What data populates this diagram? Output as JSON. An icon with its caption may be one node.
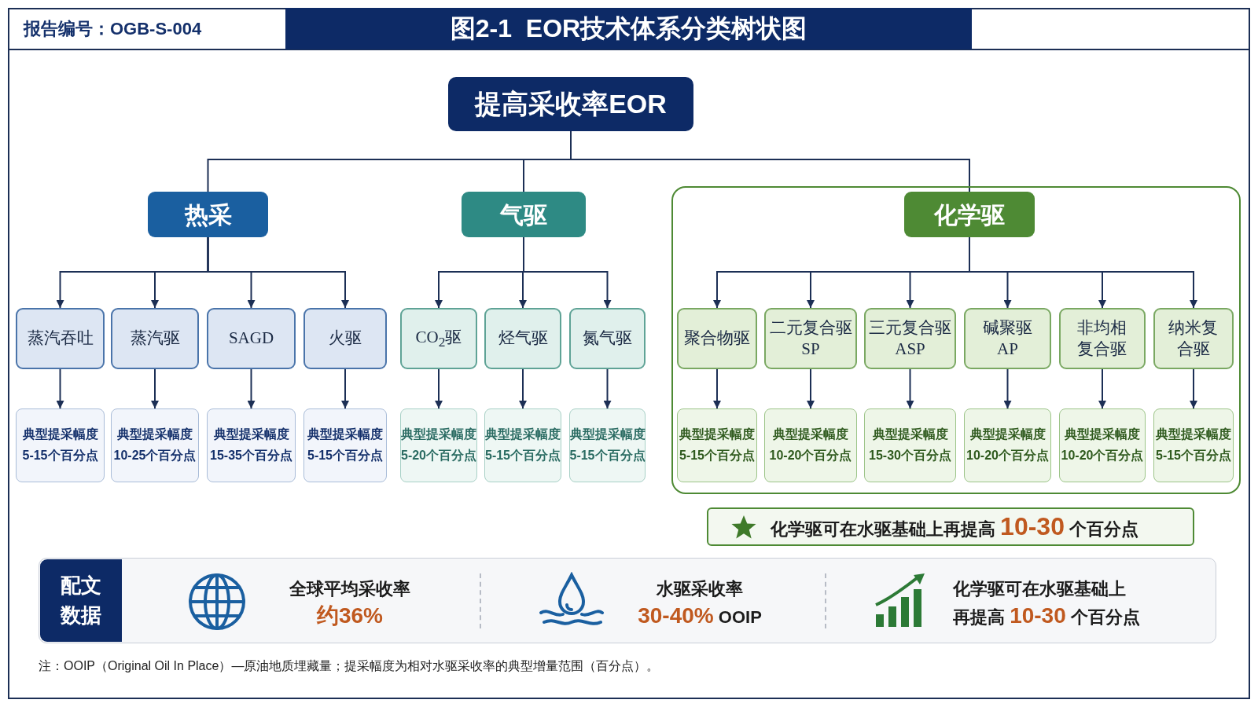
{
  "diagram": {
    "title": "图2-1  EOR技术体系分类树状图",
    "caption": "注：OOIP（Original Oil In Place）—原油地质埋藏量；提采幅度为相对水驱采收率的典型增量范围（百分点）。",
    "nodes": [
      {
        "text": [
          "提高采收率EOR"
        ]
      },
      {
        "text": [
          "热采"
        ]
      },
      {
        "text": [
          "蒸汽吞吐"
        ]
      },
      {
        "text": [
          "蒸汽驱"
        ]
      },
      {
        "text": [
          "SAGD"
        ]
      },
      {
        "text": [
          "火驱"
        ]
      },
      {
        "text": [
          "典型提采幅度",
          "5-15个百分点"
        ]
      },
      {
        "text": [
          "典型提采幅度",
          "10-25个百分点"
        ]
      },
      {
        "text": [
          "典型提采幅度",
          "15-35个百分点"
        ]
      },
      {
        "text": [
          "典型提采幅度",
          "5-15个百分点"
        ]
      },
      {
        "text": [
          "气驱"
        ]
      },
      {
        "text": [
          "CO$_{2}$驱"
        ]
      },
      {
        "text": [
          "烃气驱"
        ]
      },
      {
        "text": [
          "氮气驱"
        ]
      },
      {
        "text": [
          "典型提采幅度",
          "5-20个百分点"
        ]
      },
      {
        "text": [
          "典型提采幅度",
          "5-15个百分点"
        ]
      },
      {
        "text": [
          "典型提采幅度",
          "5-15个百分点"
        ]
      },
      {
        "text": [],
        "shape": "box"
      },
      {
        "text": [
          "化学驱"
        ],
        "in": 17
      },
      {
        "text": [
          "聚合物驱"
        ],
        "in": 17
      },
      {
        "text": [
          "二元复合驱 SP"
        ],
        "in": 17
      },
      {
        "text": [
          "三元复合驱 ASP"
        ],
        "in": 17
      },
      {
        "text": [
          "碱聚驱 AP"
        ],
        "in": 17
      },
      {
        "text": [
          "非均相复合驱"
        ],
        "in": 17
      },
      {
        "text": [
          "纳米复合驱"
        ],
        "in": 17
      },
      {
        "text": [
          "典型提采幅度",
          "5-15个百分点"
        ],
        "in": 17
      },
      {
        "text": [
          "典型提采幅度",
          "10-20个百分点"
        ],
        "in": 17
      },
      {
        "text": [
          "典型提采幅度",
          "15-30个百分点"
        ],
        "in": 17
      },
      {
        "text": [
          "典型提采幅度",
          "10-20个百分点"
        ],
        "in": 17
      },
      {
        "text": [
          "典型提采幅度",
          "10-20个百分点"
        ],
        "in": 17
      },
      {
        "text": [
          "典型提采幅度",
          "5-15个百分点"
        ],
        "in": 17
      },
      {
        "text": [
          "化学驱可在水驱基础上再提高 **10-30** 个百分点"
        ]
      }
    ],
    "edges": [
      {
        "from": 0,
        "to": 1,
        "arrow": "none"
      },
      {
        "from": 0,
        "to": 10,
        "arrow": "none"
      },
      {
        "from": 0,
        "to": 18,
        "arrow": "none"
      },
      {
        "from": 1,
        "to": 2,
        "arrow": "to"
      },
      {
        "from": 1,
        "to": 3,
        "arrow": "to"
      },
      {
        "from": 1,
        "to": 4,
        "arrow": "to"
      },
      {
        "from": 1,
        "to": 5,
        "arrow": "to"
      },
      {
        "from": 2,
        "to": 6,
        "arrow": "to"
      },
      {
        "from": 3,
        "to": 7,
        "arrow": "to"
      },
      {
        "from": 4,
        "to": 8,
        "arrow": "to"
      },
      {
        "from": 5,
        "to": 9,
        "arrow": "to"
      },
      {
        "from": 10,
        "to": 11,
        "arrow": "to"
      },
      {
        "from": 10,
        "to": 12,
        "arrow": "to"
      },
      {
        "from": 10,
        "to": 13,
        "arrow": "to"
      },
      {
        "from": 11,
        "to": 14,
        "arrow": "to"
      },
      {
        "from": 12,
        "to": 15,
        "arrow": "to"
      },
      {
        "from": 13,
        "to": 16,
        "arrow": "to"
      },
      {
        "from": 18,
        "to": 19,
        "arrow": "to"
      },
      {
        "from": 18,
        "to": 20,
        "arrow": "to"
      },
      {
        "from": 18,
        "to": 21,
        "arrow": "to"
      },
      {
        "from": 18,
        "to": 22,
        "arrow": "to"
      },
      {
        "from": 18,
        "to": 23,
        "arrow": "to"
      },
      {
        "from": 18,
        "to": 24,
        "arrow": "to"
      },
      {
        "from": 19,
        "to": 25,
        "arrow": "to"
      },
      {
        "from": 20,
        "to": 26,
        "arrow": "to"
      },
      {
        "from": 21,
        "to": 27,
        "arrow": "to"
      },
      {
        "from": 22,
        "to": 28,
        "arrow": "to"
      },
      {
        "from": 23,
        "to": 29,
        "arrow": "to"
      },
      {
        "from": 24,
        "to": 30,
        "arrow": "to"
      }
    ],
    "labels": [
      "报告编号：OGB-S-004",
      "配文数据",
      "全球平均采收率",
      "约36%",
      "水驱采收率",
      "**30-40%** OOIP",
      "化学驱可在水驱基础上",
      "再提高 **10-30** 个百分点"
    ]
  }
}
